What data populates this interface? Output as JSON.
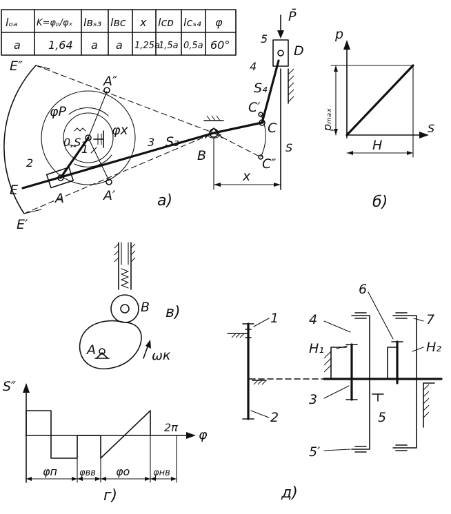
{
  "table": {
    "headers": [
      "lₒₐ",
      "K=φₚ/φₓ",
      "lʙₛ₃",
      "lʙᴄ",
      "x",
      "lᴄᴅ",
      "lᴄₛ₄",
      "φ"
    ],
    "headers_plain": [
      "lOA",
      "K=φP/φx",
      "lBS3",
      "lBC",
      "x",
      "lCD",
      "lCS4",
      "φ"
    ],
    "values": [
      "a",
      "1,64",
      "a",
      "a",
      "1,25a",
      "1,5a",
      "0,5a",
      "60°"
    ]
  },
  "part_a": {
    "caption": "a)",
    "labels": {
      "E2": "E″",
      "A2": "A″",
      "phiP": "φP",
      "phiX": "φx",
      "O": "0,S₁",
      "one": "1",
      "two": "2",
      "three": "3",
      "S3": "S₃",
      "E": "E",
      "A": "A",
      "A1": "A′",
      "E1": "E′",
      "B": "B",
      "C": "C",
      "C1": "C′",
      "C2": "C″",
      "S4": "S₄",
      "four": "4",
      "five": "5",
      "D": "D",
      "P": "P̄",
      "S": "S",
      "X": "x"
    }
  },
  "part_b": {
    "caption": "б)",
    "labels": {
      "p": "p",
      "pmax": "pₘₐₓ",
      "s": "S",
      "H": "H"
    }
  },
  "part_v": {
    "caption": "в)",
    "labels": {
      "B": "B",
      "A": "A",
      "omega": "ωк"
    }
  },
  "part_g": {
    "caption": "г)",
    "labels": {
      "s2": "S″",
      "phi": "φ",
      "twoPi": "2π",
      "phi_p": "φп",
      "phi_vv": "φвв",
      "phi_o": "φо",
      "phi_nv": "φнв"
    }
  },
  "part_d": {
    "caption": "д)",
    "labels": {
      "n1": "1",
      "n2": "2",
      "n3": "3",
      "n4": "4",
      "n5": "5",
      "n5p": "5′",
      "n6": "6",
      "n7": "7",
      "H1": "H₁",
      "H2": "H₂"
    }
  }
}
